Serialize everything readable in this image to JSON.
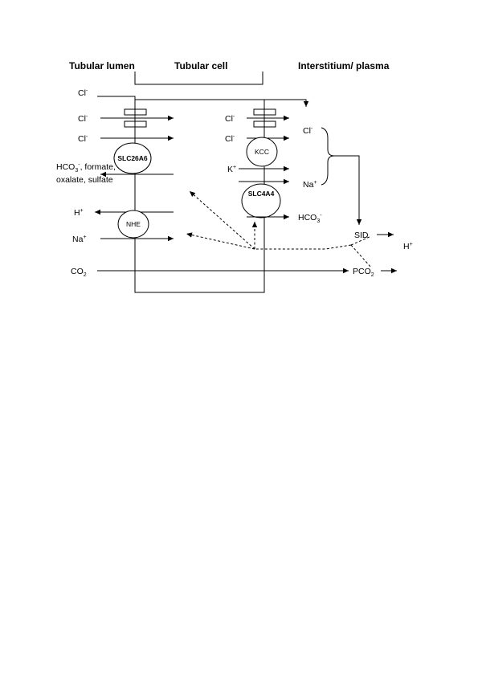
{
  "headers": {
    "lumen": "Tubular lumen",
    "cell": "Tubular cell",
    "interstitium": "Interstitium/ plasma"
  },
  "ions": {
    "cl": "Cl",
    "cl_charge": "-",
    "k": "K",
    "na": "Na",
    "h": "H",
    "plus": "+",
    "hco3_main": "HCO",
    "hco3_sub": "3",
    "hco3_charge": "-",
    "formate_rest": ", formate,",
    "oxalate_sulfate": "oxalate, sulfate",
    "co": "CO",
    "co_sub": "2",
    "pco": "PCO",
    "pco_sub": "2",
    "sid": "SID"
  },
  "transporters": {
    "slc26a6": "SLC26A6",
    "nhe": "NHE",
    "kcc": "KCC",
    "slc4a4": "SLC4A4"
  }
}
